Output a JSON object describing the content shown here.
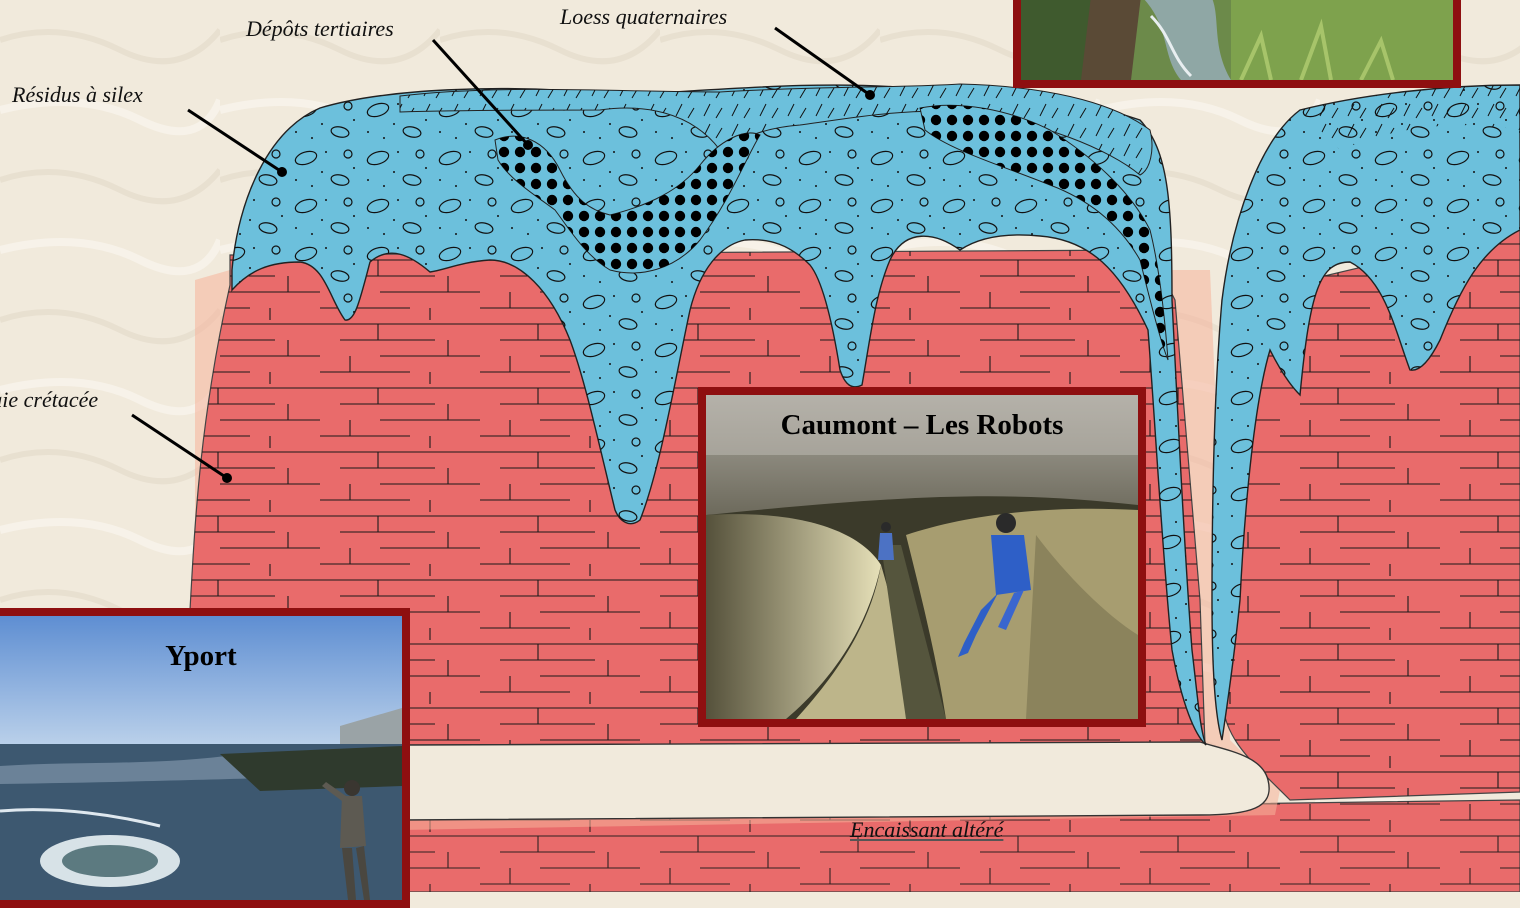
{
  "labels": {
    "residus": "Résidus à silex",
    "depots": "Dépôts tertiaires",
    "loess": "Loess quaternaires",
    "craie": "Craie crétacée",
    "encaissant": "Encaissant altéré"
  },
  "photos": {
    "caumont": {
      "title": "Caumont – Les Robots"
    },
    "yport": {
      "title": "Yport"
    },
    "top_right": {
      "title": ""
    }
  },
  "colors": {
    "background": "#f1eadc",
    "chalk": "#e96b6b",
    "altered": "#f5b39a",
    "residue": "#6cc0dc",
    "frame": "#8e0f10"
  }
}
